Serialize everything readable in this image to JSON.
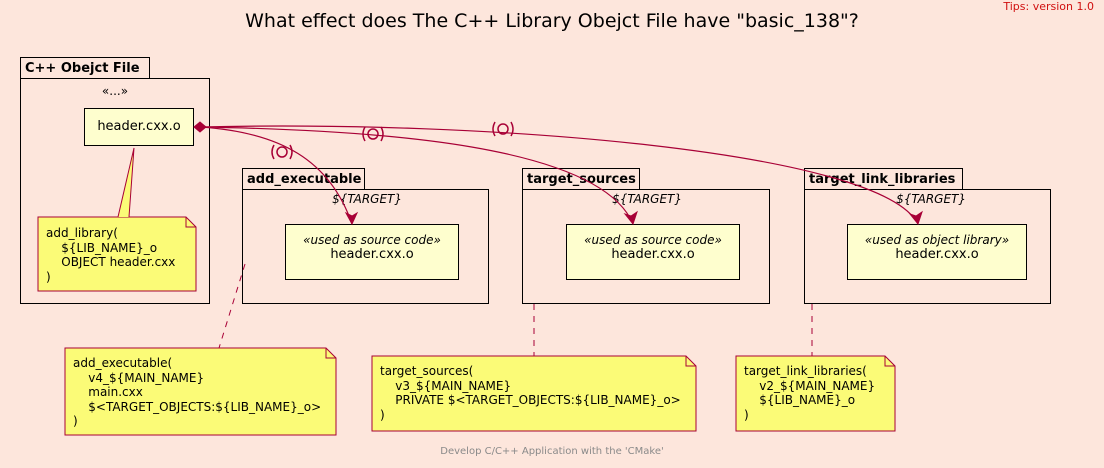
{
  "title": "What effect does The C++ Library Obejct File have \"basic_138\"?",
  "tips": "Tips: version 1.0",
  "footer": "Develop C/C++ Application with the 'CMake'",
  "packages": {
    "cpp_obj": {
      "tab": "C++ Obejct File",
      "stereotype": "«...»",
      "object": "header.cxx.o"
    },
    "add_executable": {
      "tab": "add_executable",
      "target": "${TARGET}",
      "stereotype": "«used as source code»",
      "object": "header.cxx.o"
    },
    "target_sources": {
      "tab": "target_sources",
      "target": "${TARGET}",
      "stereotype": "«used as source code»",
      "object": "header.cxx.o"
    },
    "target_link_libraries": {
      "tab": "target_link_libraries",
      "target": "${TARGET}",
      "stereotype": "«used as object library»",
      "object": "header.cxx.o"
    }
  },
  "notes": {
    "add_library": "add_library(\n    ${LIB_NAME}_o\n    OBJECT header.cxx\n)",
    "add_executable": "add_executable(\n    v4_${MAIN_NAME}\n    main.cxx\n    $<TARGET_OBJECTS:${LIB_NAME}_o>\n)",
    "target_sources": "target_sources(\n    v3_${MAIN_NAME}\n    PRIVATE $<TARGET_OBJECTS:${LIB_NAME}_o>\n)",
    "target_link_libraries": "target_link_libraries(\n    v2_${MAIN_NAME}\n    ${LIB_NAME}_o\n)"
  },
  "colors": {
    "background": "#FDE6DC",
    "object_fill": "#FEFECE",
    "note_fill": "#FBFB77",
    "arrow": "#A80036",
    "tips": "#D01010"
  }
}
